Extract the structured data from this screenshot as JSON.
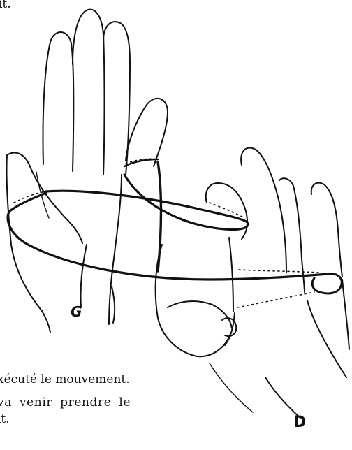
{
  "page": {
    "text_top": "it.",
    "text_bottom_line1": "xécuté le mouvement.",
    "text_bottom_line2": "va venir prendre le",
    "text_bottom_line3": "it."
  },
  "figure": {
    "label_left_hand": "G",
    "label_right_hand": "D"
  },
  "colors": {
    "ink": "#111111",
    "paper": "#ffffff"
  }
}
